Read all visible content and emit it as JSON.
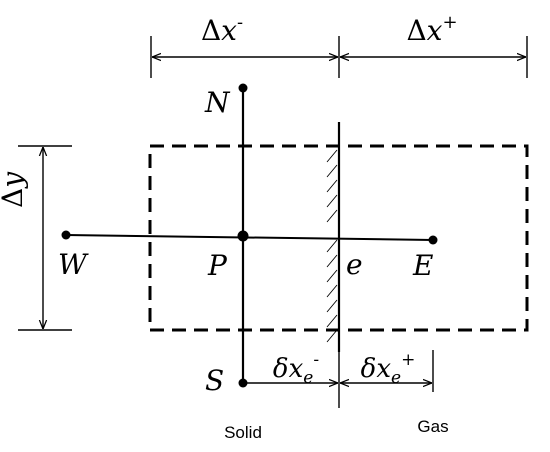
{
  "diagram": {
    "colors": {
      "stroke": "#000000",
      "background": "#ffffff"
    },
    "dims": {
      "dx_minus_delta": "Δ",
      "dx_minus_var": "x",
      "dx_minus_sign": "-",
      "dx_plus_delta": "Δ",
      "dx_plus_var": "x",
      "dx_plus_sign": "+",
      "dy_delta": "Δ",
      "dy_var": "y",
      "dxe_minus_delta": "δ",
      "dxe_minus_var": "x",
      "dxe_minus_sub": "e",
      "dxe_minus_sign": "-",
      "dxe_plus_delta": "δ",
      "dxe_plus_var": "x",
      "dxe_plus_sub": "e",
      "dxe_plus_sign": "+"
    },
    "nodes": {
      "N": "N",
      "S": "S",
      "W": "W",
      "E": "E",
      "P": "P",
      "e": "e"
    },
    "regions": {
      "solid": "Solid",
      "gas": "Gas"
    }
  }
}
